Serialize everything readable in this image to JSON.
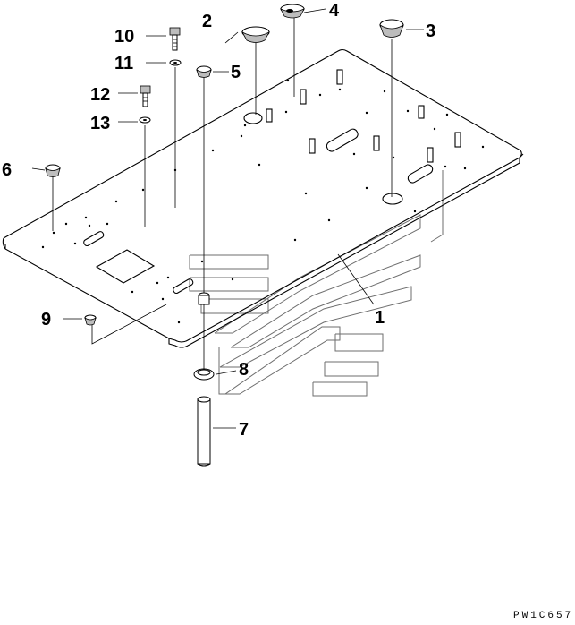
{
  "figure": {
    "code": "PW1C657",
    "callouts": [
      {
        "id": "1",
        "label": "1"
      },
      {
        "id": "2",
        "label": "2"
      },
      {
        "id": "3",
        "label": "3"
      },
      {
        "id": "4",
        "label": "4"
      },
      {
        "id": "5",
        "label": "5"
      },
      {
        "id": "6",
        "label": "6"
      },
      {
        "id": "7",
        "label": "7"
      },
      {
        "id": "8",
        "label": "8"
      },
      {
        "id": "9",
        "label": "9"
      },
      {
        "id": "10",
        "label": "10"
      },
      {
        "id": "11",
        "label": "11"
      },
      {
        "id": "12",
        "label": "12"
      },
      {
        "id": "13",
        "label": "13"
      }
    ]
  }
}
